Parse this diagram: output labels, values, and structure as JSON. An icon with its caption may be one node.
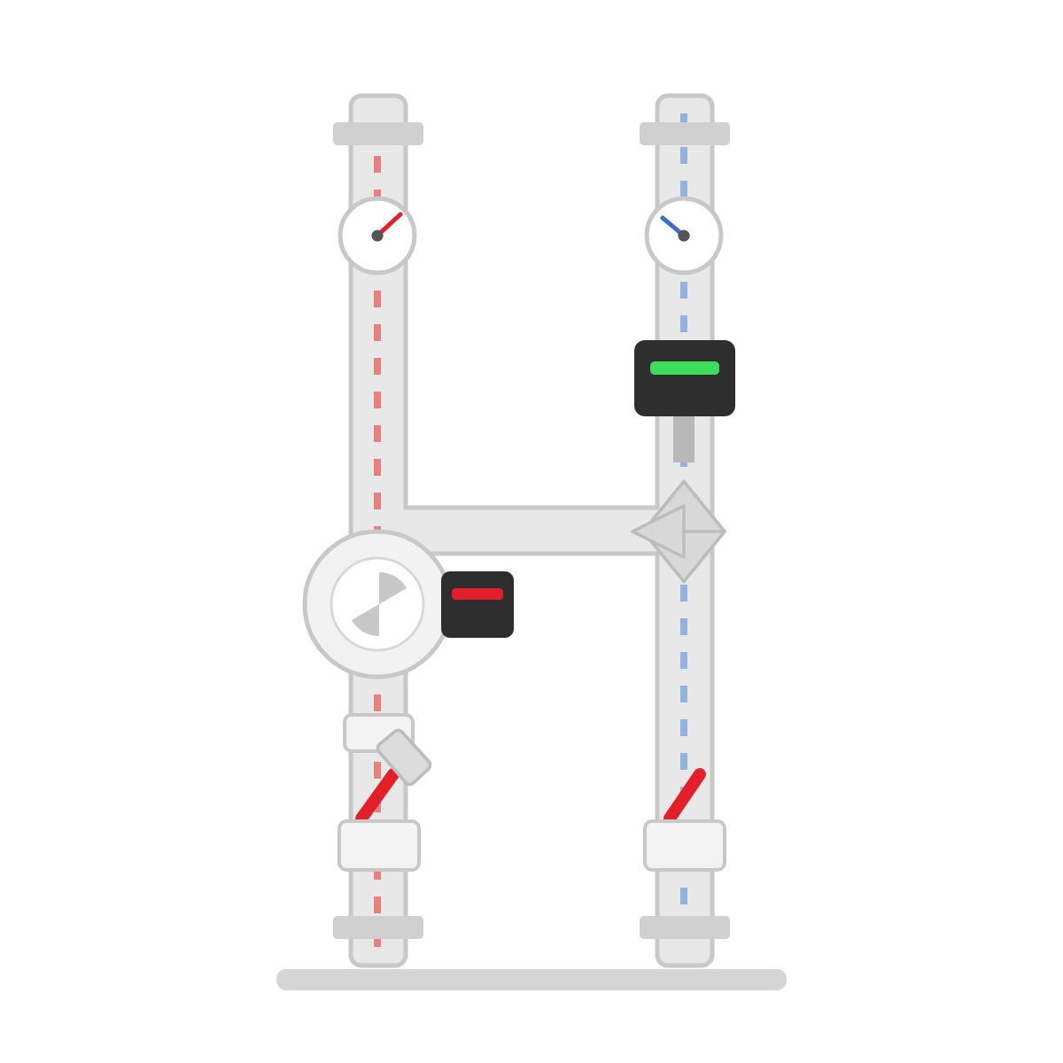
{
  "diagram": {
    "nodes": [
      {
        "text": [],
        "shape": "circle"
      },
      {
        "text": [],
        "shape": "circle"
      },
      {
        "text": [],
        "shape": "box"
      },
      {
        "text": [],
        "shape": "diamond"
      },
      {
        "text": [],
        "shape": "circle"
      },
      {
        "text": [],
        "shape": "box"
      }
    ]
  }
}
